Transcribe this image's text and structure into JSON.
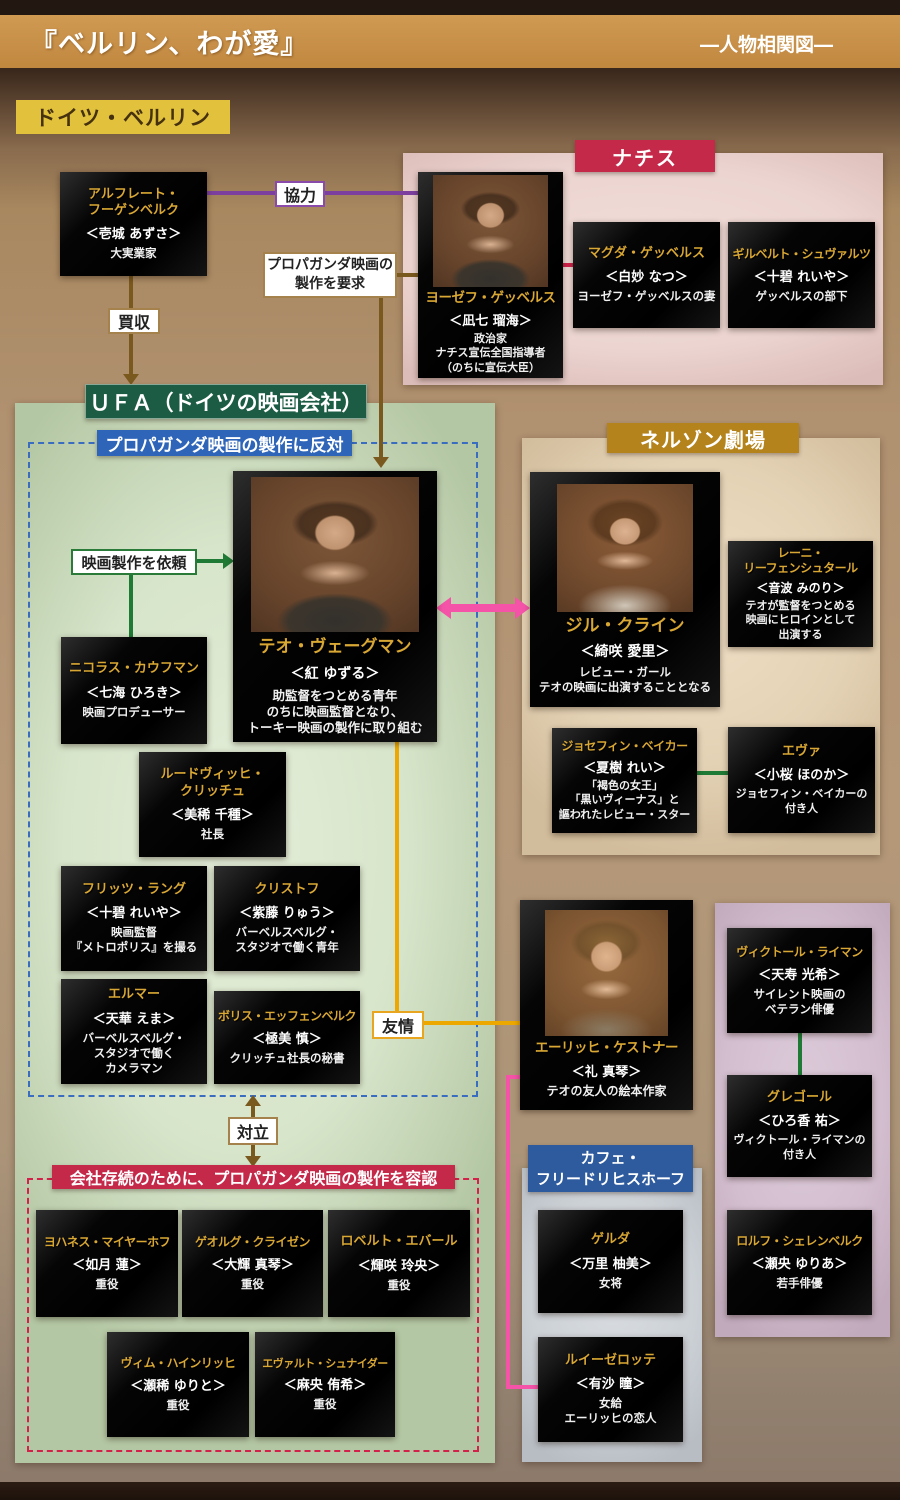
{
  "header": {
    "title": "『ベルリン、わが愛』",
    "subtitle": "―人物相関図―",
    "location": "ドイツ・ベルリン"
  },
  "sections": {
    "nazis": {
      "label": "ナチス"
    },
    "ufa": {
      "label": "ＵＦＡ（ドイツの映画会社）",
      "oppose": "プロパガンダ映画の製作に反対",
      "approve": "会社存続のために、プロパガンダ映画の製作を容認"
    },
    "nelson": {
      "label": "ネルゾン劇場"
    },
    "cafe": {
      "label": "カフェ・\nフリードリヒスホーフ"
    }
  },
  "relations": {
    "kyoryoku": "協力",
    "baishu": "買収",
    "yokyu": "プロパガンダ映画の\n製作を要求",
    "irai": "映画製作を依頼",
    "yujo": "友情",
    "tairitsu": "対立"
  },
  "colors": {
    "accent_red": "#c5294a",
    "ufa_green": "#1d5c44",
    "label_blue": "#2e65b8",
    "nelson_gold": "#b5831c",
    "cafe_blue": "#2d5b9e",
    "line_purple": "#7d3f9e",
    "line_brown": "#7a591f",
    "line_green": "#1e7a35",
    "line_gold": "#eda800",
    "line_pink": "#f553a8",
    "name_gold": "#d9a733"
  },
  "characters": {
    "hugenberg": {
      "name": "アルフレート・\nフーゲンベルク",
      "actor": "＜壱城 あずさ＞",
      "desc": "大実業家"
    },
    "goebbels": {
      "name": "ヨーゼフ・ゲッベルス",
      "actor": "＜凪七 瑠海＞",
      "desc": "政治家\nナチス宣伝全国指導者\n（のちに宣伝大臣）"
    },
    "magda": {
      "name": "マグダ・ゲッベルス",
      "actor": "＜白妙 なつ＞",
      "desc": "ヨーゼフ・ゲッベルスの妻"
    },
    "gilbert": {
      "name": "ギルベルト・シュヴァルツ",
      "actor": "＜十碧 れいや＞",
      "desc": "ゲッベルスの部下"
    },
    "theo": {
      "name": "テオ・ヴェーグマン",
      "actor": "＜紅 ゆずる＞",
      "desc": "助監督をつとめる青年\nのちに映画監督となり、\nトーキー映画の製作に取り組む"
    },
    "nikolas": {
      "name": "ニコラス・カウフマン",
      "actor": "＜七海 ひろき＞",
      "desc": "映画プロデューサー"
    },
    "ludwig": {
      "name": "ルードヴィッヒ・\nクリッチュ",
      "actor": "＜美稀 千種＞",
      "desc": "社長"
    },
    "fritz": {
      "name": "フリッツ・ラング",
      "actor": "＜十碧 れいや＞",
      "desc": "映画監督\n『メトロポリス』を撮る"
    },
    "christoph": {
      "name": "クリストフ",
      "actor": "＜紫藤 りゅう＞",
      "desc": "バーベルスベルグ・\nスタジオで働く青年"
    },
    "elmar": {
      "name": "エルマー",
      "actor": "＜天華 えま＞",
      "desc": "バーベルスベルグ・\nスタジオで働く\nカメラマン"
    },
    "boris": {
      "name": "ボリス・エッフェンベルク",
      "actor": "＜極美 慎＞",
      "desc": "クリッチュ社長の秘書"
    },
    "jill": {
      "name": "ジル・クライン",
      "actor": "＜綺咲 愛里＞",
      "desc": "レビュー・ガール\nテオの映画に出演することとなる"
    },
    "leni": {
      "name": "レーニ・\nリーフェンシュタール",
      "actor": "＜音波 みのり＞",
      "desc": "テオが監督をつとめる\n映画にヒロインとして\n出演する"
    },
    "josephine": {
      "name": "ジョセフィン・ベイカー",
      "actor": "＜夏樹 れい＞",
      "desc": "「褐色の女王」\n「黒いヴィーナス」と\n謳われたレビュー・スター"
    },
    "eva": {
      "name": "エヴァ",
      "actor": "＜小桜 ほのか＞",
      "desc": "ジョセフィン・ベイカーの\n付き人"
    },
    "erich": {
      "name": "エーリッヒ・ケストナー",
      "actor": "＜礼 真琴＞",
      "desc": "テオの友人の絵本作家"
    },
    "victor": {
      "name": "ヴィクトール・ライマン",
      "actor": "＜天寿 光希＞",
      "desc": "サイレント映画の\nベテラン俳優"
    },
    "gregor": {
      "name": "グレゴール",
      "actor": "＜ひろ香 祐＞",
      "desc": "ヴィクトール・ライマンの\n付き人"
    },
    "rolf": {
      "name": "ロルフ・シェレンベルク",
      "actor": "＜瀬央 ゆりあ＞",
      "desc": "若手俳優"
    },
    "gerda": {
      "name": "ゲルダ",
      "actor": "＜万里 柚美＞",
      "desc": "女将"
    },
    "luiselotte": {
      "name": "ルイーゼロッテ",
      "actor": "＜有沙 瞳＞",
      "desc": "女給\nエーリッヒの恋人"
    },
    "johannes": {
      "name": "ヨハネス・マイヤーホフ",
      "actor": "＜如月 蓮＞",
      "desc": "重役"
    },
    "georg": {
      "name": "ゲオルグ・クライゼン",
      "actor": "＜大輝 真琴＞",
      "desc": "重役"
    },
    "robert": {
      "name": "ロベルト・エバール",
      "actor": "＜輝咲 玲央＞",
      "desc": "重役"
    },
    "wim": {
      "name": "ヴィム・ハインリッヒ",
      "actor": "＜瀬稀 ゆりと＞",
      "desc": "重役"
    },
    "ewald": {
      "name": "エヴァルト・シュナイダー",
      "actor": "＜麻央 侑希＞",
      "desc": "重役"
    }
  }
}
